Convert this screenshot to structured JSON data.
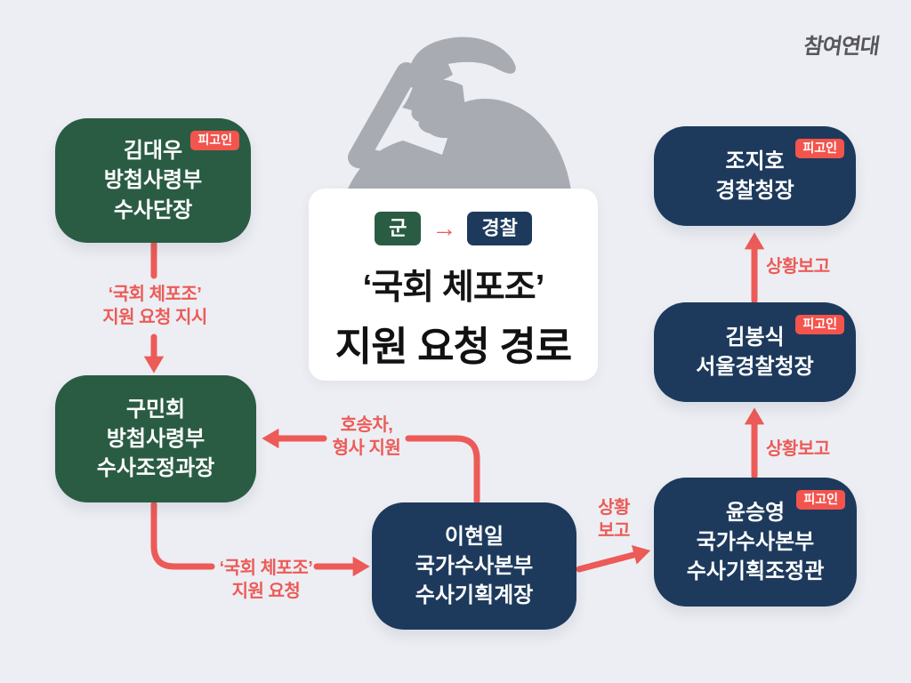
{
  "logo": "참여연대",
  "colors": {
    "background": "#edeef3",
    "military_green": "#2a5c43",
    "police_navy": "#1d3a5c",
    "arrow_red": "#ec5b57",
    "badge_red": "#f3544d",
    "card_white": "#ffffff",
    "title_black": "#111111",
    "silhouette_gray": "#a8abb2"
  },
  "title_card": {
    "badge_military": "군",
    "badge_police": "경찰",
    "arrow_glyph": "→",
    "title_line1": "‘국회 체포조’",
    "title_line2": "지원 요청 경로"
  },
  "defendant_badge": "피고인",
  "nodes": [
    {
      "id": "kimdaewoo",
      "group": "military",
      "lines": [
        "김대우",
        "방첩사령부",
        "수사단장"
      ],
      "defendant": true
    },
    {
      "id": "guminhoe",
      "group": "military",
      "lines": [
        "구민회",
        "방첩사령부",
        "수사조정과장"
      ],
      "defendant": false
    },
    {
      "id": "leehyunil",
      "group": "police",
      "lines": [
        "이현일",
        "국가수사본부",
        "수사기획계장"
      ],
      "defendant": false
    },
    {
      "id": "yoonseungyoung",
      "group": "police",
      "lines": [
        "윤승영",
        "국가수사본부",
        "수사기획조정관"
      ],
      "defendant": true
    },
    {
      "id": "kimbongsik",
      "group": "police",
      "lines": [
        "김봉식",
        "서울경찰청장"
      ],
      "defendant": true
    },
    {
      "id": "jojiho",
      "group": "police",
      "lines": [
        "조지호",
        "경찰청장"
      ],
      "defendant": true
    }
  ],
  "edge_labels": {
    "order": {
      "line1": "‘국회 체포조’",
      "line2_prefix": "지원 요청 ",
      "line2_bold": "지시"
    },
    "request": {
      "line1": "‘국회 체포조’",
      "line2": "지원 요청"
    },
    "support": {
      "line1": "호송차,",
      "line2": "형사 지원"
    },
    "report_diag": {
      "line1": "상황",
      "line2": "보고"
    },
    "report_mid": "상황보고",
    "report_top": "상황보고"
  }
}
